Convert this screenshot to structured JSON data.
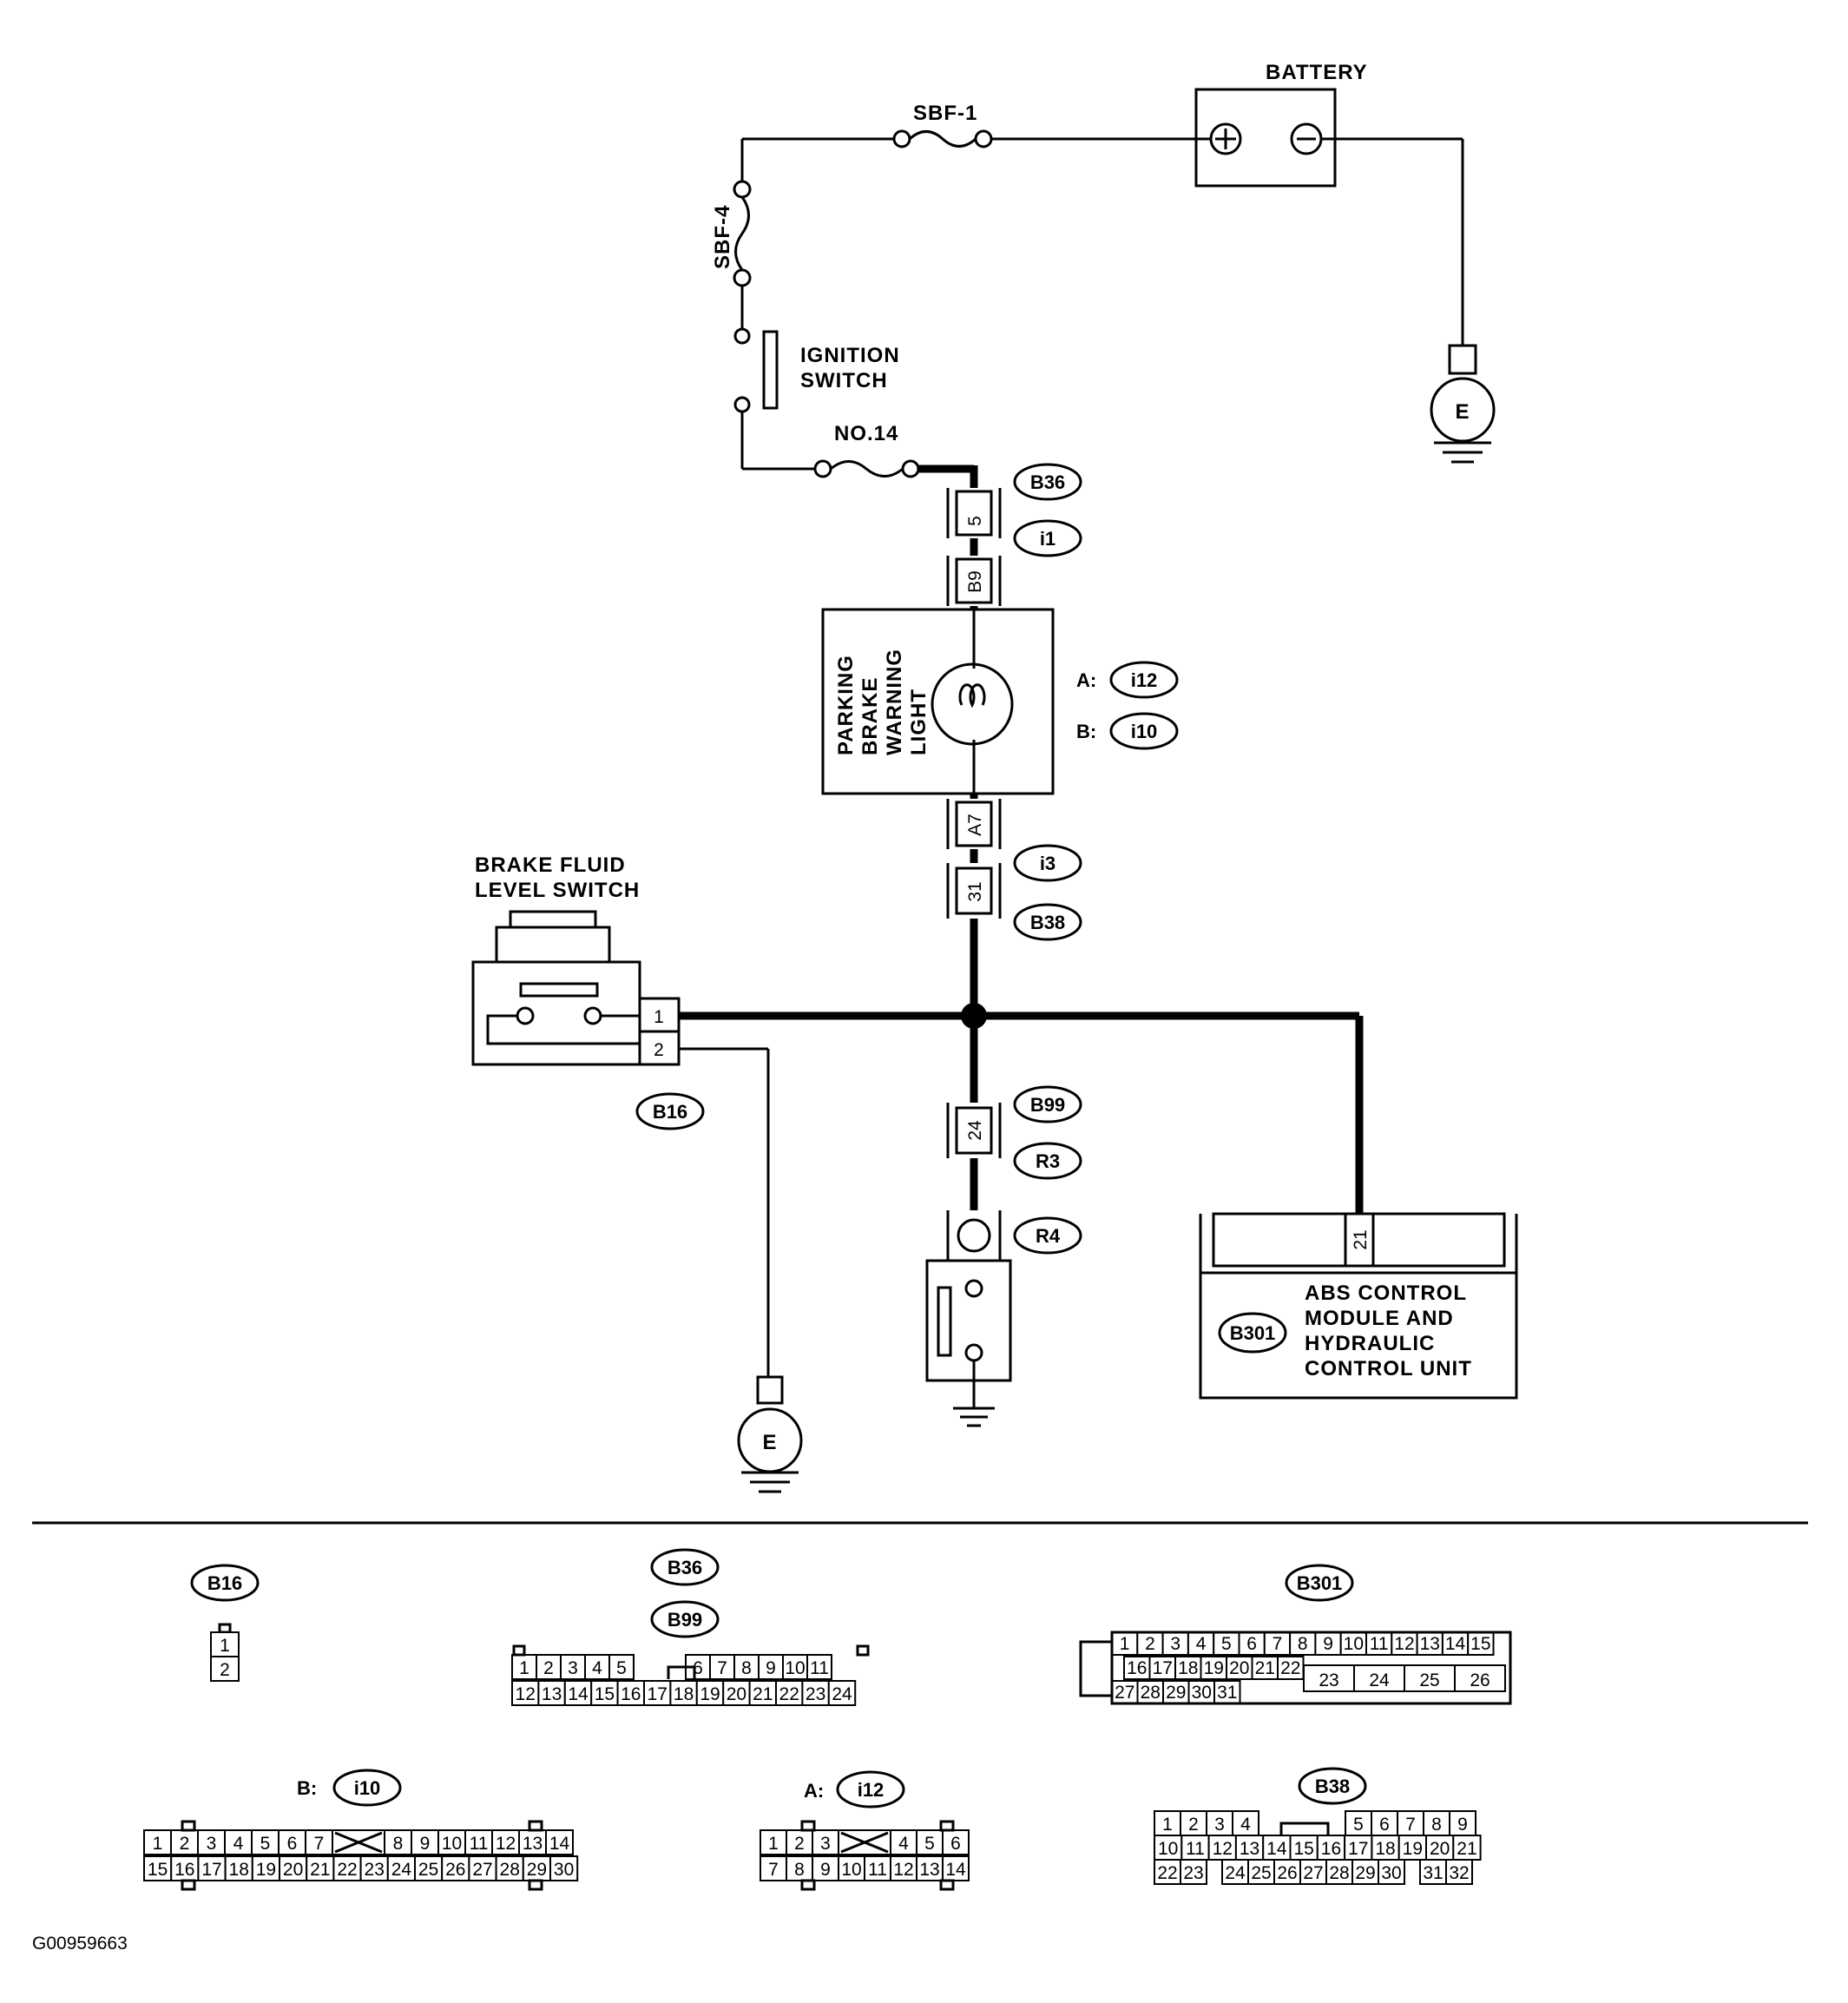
{
  "components": {
    "battery": {
      "label": "BATTERY",
      "plus": "+",
      "minus": "−"
    },
    "fuse_sbf1": "SBF-1",
    "fuse_sbf4": "SBF-4",
    "ignition_switch": [
      "IGNITION",
      "SWITCH"
    ],
    "fuse_no14": "NO.14",
    "parking_brake_light": [
      "PARKING",
      "BRAKE",
      "WARNING",
      "LIGHT"
    ],
    "brake_fluid_switch": [
      "BRAKE FLUID",
      "LEVEL SWITCH"
    ],
    "abs_unit": [
      "ABS CONTROL",
      "MODULE AND",
      "HYDRAULIC",
      "CONTROL UNIT"
    ],
    "ground_symbol": "E"
  },
  "connector_tags": {
    "b36": "B36",
    "i1": "i1",
    "i12": "i12",
    "i10": "i10",
    "i3": "i3",
    "b38": "B38",
    "b16": "B16",
    "b99": "B99",
    "r3": "R3",
    "r4": "R4",
    "b301": "B301"
  },
  "tag_prefixes": {
    "a": "A:",
    "b": "B:"
  },
  "terminals": {
    "b36_pin": "5",
    "i1_pin": "B9",
    "light_out": "A7",
    "b38_pin": "31",
    "switch_pin1": "1",
    "switch_pin2": "2",
    "b99_pin": "24",
    "abs_pin": "21"
  },
  "connector_views": {
    "b16": {
      "tag": "B16",
      "pins": [
        "1",
        "2"
      ]
    },
    "b36_b99": {
      "tags": [
        "B36",
        "B99"
      ],
      "row1": [
        "1",
        "2",
        "3",
        "4",
        "5",
        "",
        "6",
        "7",
        "8",
        "9",
        "10",
        "11"
      ],
      "row2": [
        "12",
        "13",
        "14",
        "15",
        "16",
        "17",
        "18",
        "19",
        "20",
        "21",
        "22",
        "23",
        "24"
      ]
    },
    "b301": {
      "tag": "B301",
      "row1": [
        "1",
        "2",
        "3",
        "4",
        "5",
        "6",
        "7",
        "8",
        "9",
        "10",
        "11",
        "12",
        "13",
        "14",
        "15"
      ],
      "row2": [
        "16",
        "17",
        "18",
        "19",
        "20",
        "21",
        "22"
      ],
      "row2_big": [
        "23",
        "24",
        "25",
        "26"
      ],
      "row3": [
        "27",
        "28",
        "29",
        "30",
        "31"
      ]
    },
    "i10": {
      "prefix": "B:",
      "tag": "i10",
      "row1": [
        "1",
        "2",
        "3",
        "4",
        "5",
        "6",
        "7",
        "X",
        "8",
        "9",
        "10",
        "11",
        "12",
        "13",
        "14"
      ],
      "row2": [
        "15",
        "16",
        "17",
        "18",
        "19",
        "20",
        "21",
        "22",
        "23",
        "24",
        "25",
        "26",
        "27",
        "28",
        "29",
        "30"
      ]
    },
    "i12": {
      "prefix": "A:",
      "tag": "i12",
      "row1": [
        "1",
        "2",
        "3",
        "X",
        "4",
        "5",
        "6"
      ],
      "row2": [
        "7",
        "8",
        "9",
        "10",
        "11",
        "12",
        "13",
        "14"
      ]
    },
    "b38": {
      "tag": "B38",
      "row1": [
        "1",
        "2",
        "3",
        "4",
        "",
        "5",
        "6",
        "7",
        "8",
        "9"
      ],
      "row2": [
        "10",
        "11",
        "12",
        "13",
        "14",
        "15",
        "16",
        "17",
        "18",
        "19",
        "20",
        "21"
      ],
      "row3": [
        "22",
        "23",
        "",
        "24",
        "25",
        "26",
        "27",
        "28",
        "29",
        "30",
        "",
        "31",
        "32"
      ]
    }
  },
  "figure_id": "G00959663"
}
